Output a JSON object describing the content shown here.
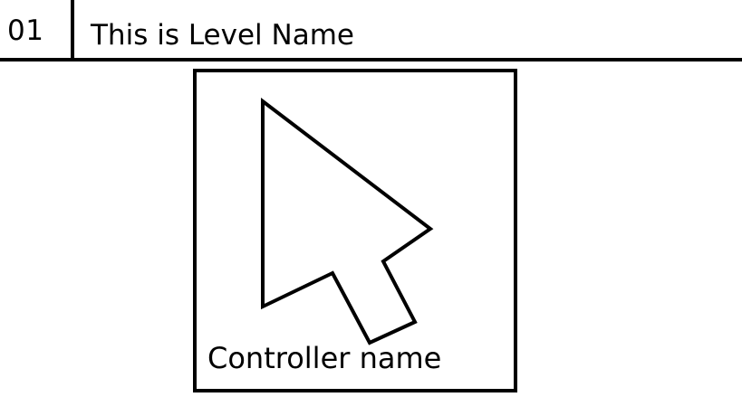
{
  "level": {
    "number": "01",
    "name": "This is Level Name"
  },
  "controller": {
    "icon": "mouse-pointer-icon",
    "name": "Controller name"
  },
  "colors": {
    "background": "#ffffff",
    "ink": "#000000"
  }
}
